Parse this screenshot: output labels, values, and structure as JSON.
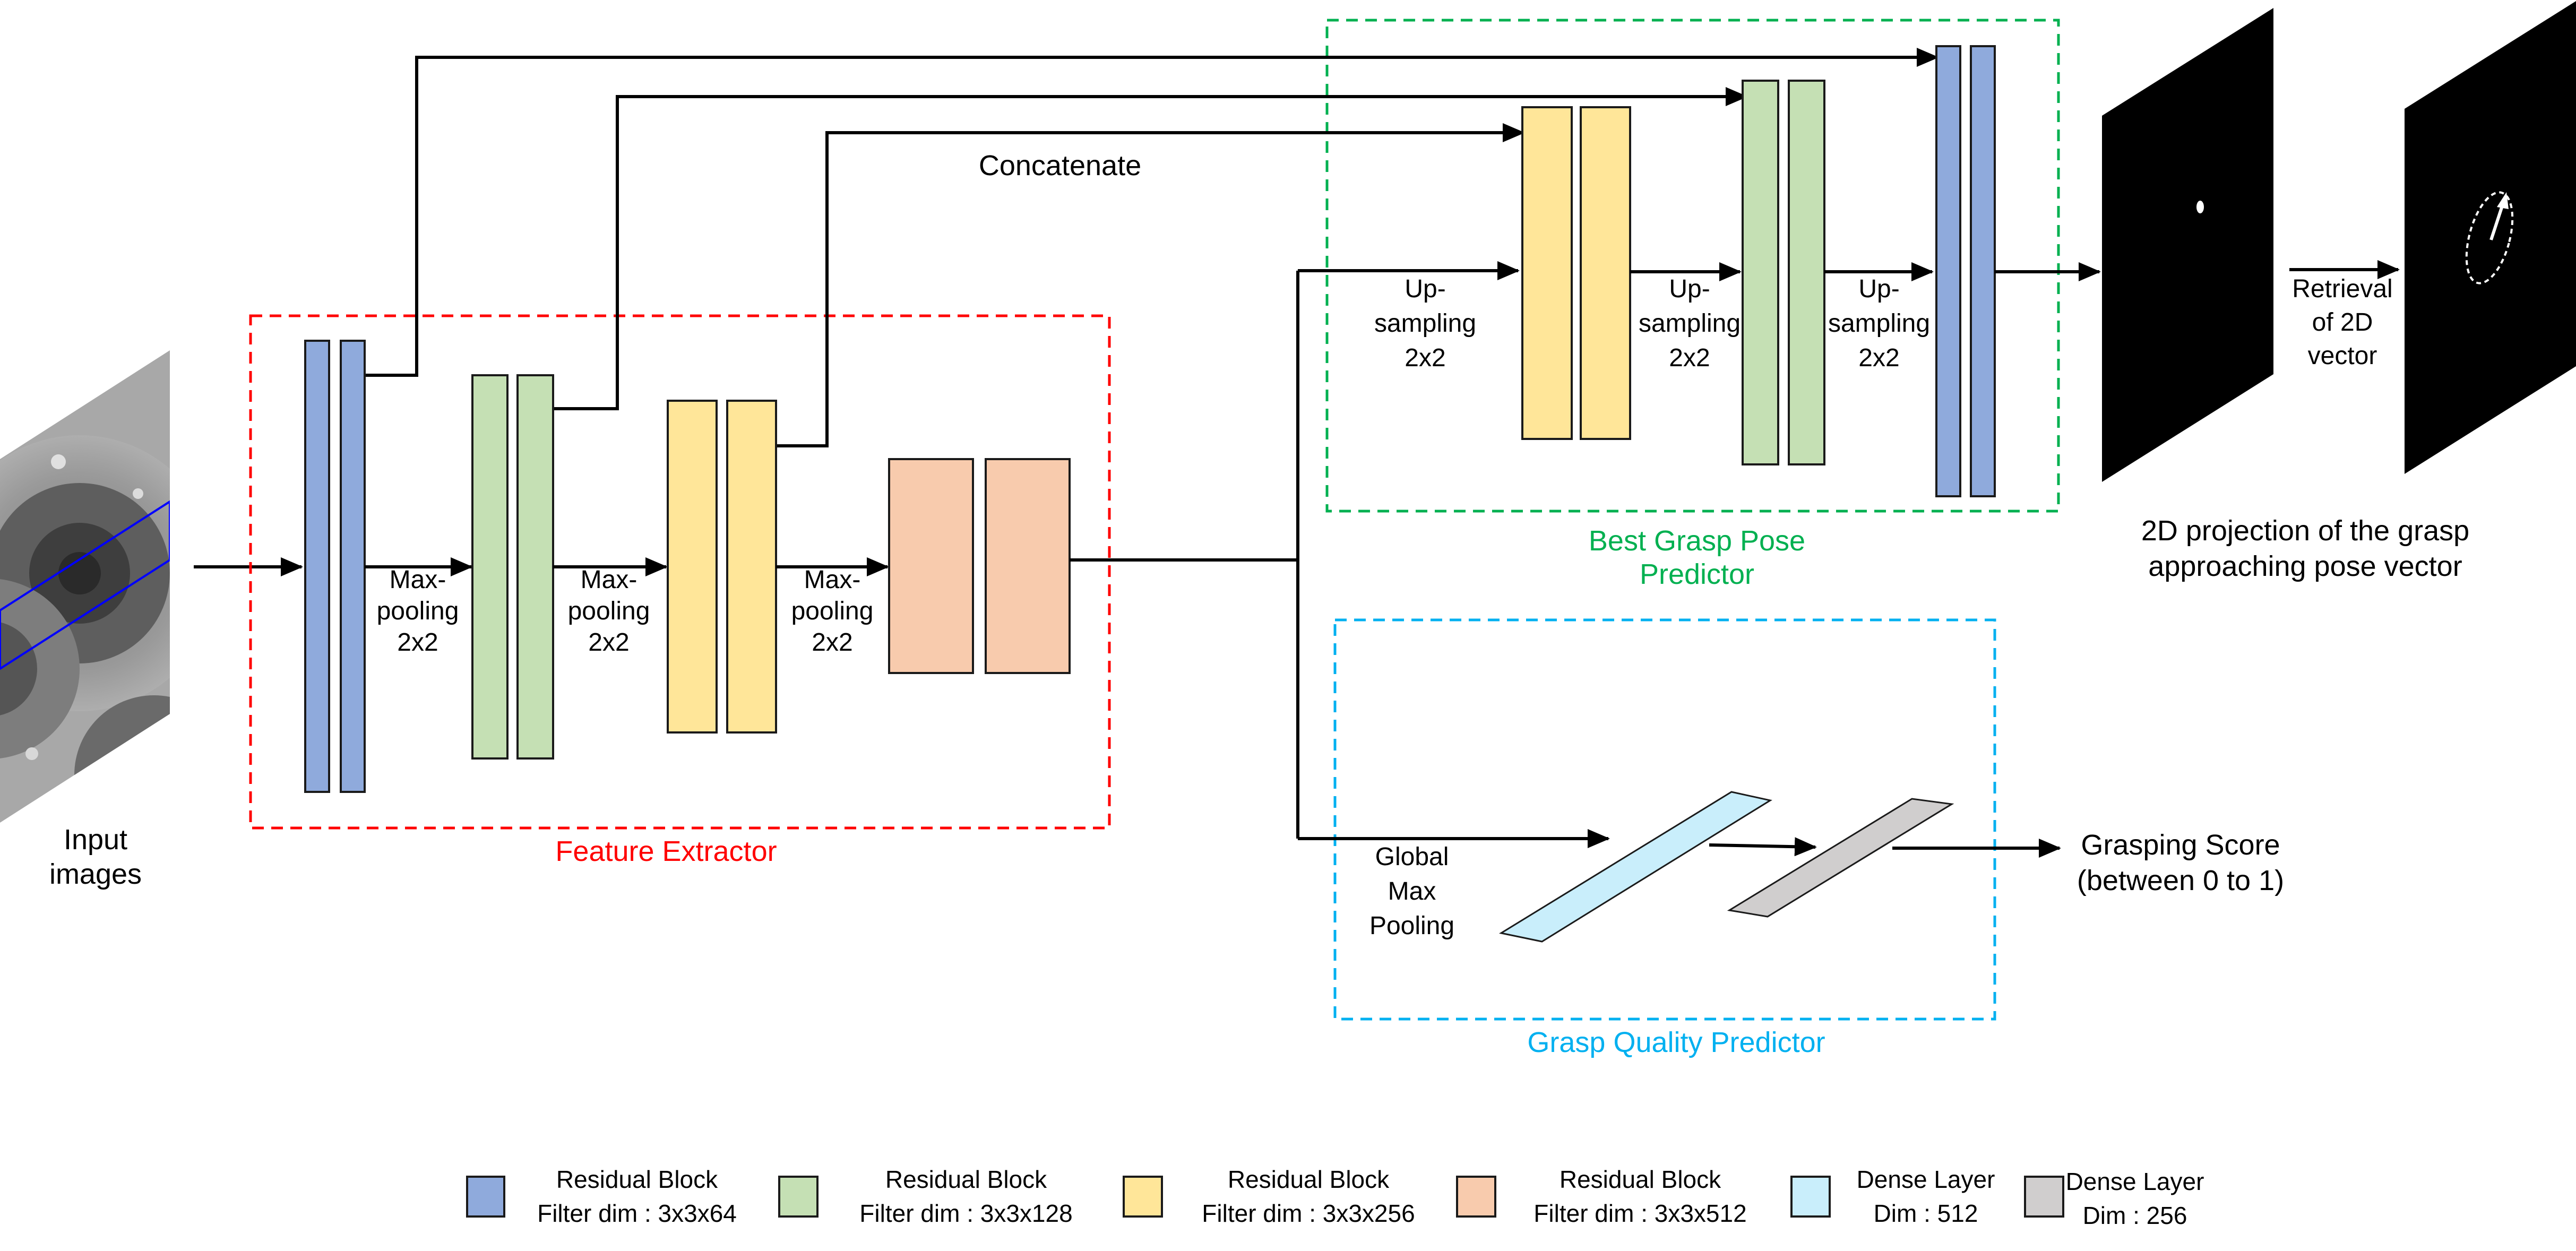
{
  "input": {
    "label_line1": "Input",
    "label_line2": "images"
  },
  "feature_extractor": {
    "title": "Feature Extractor",
    "color": "#ff0000",
    "pool1": [
      "Max-",
      "pooling",
      "2x2"
    ],
    "pool2": [
      "Max-",
      "pooling",
      "2x2"
    ],
    "pool3": [
      "Max-",
      "pooling",
      "2x2"
    ]
  },
  "concatenate_label": "Concatenate",
  "pose_predictor": {
    "title_line1": "Best Grasp Pose",
    "title_line2": "Predictor",
    "color": "#00b050",
    "up1": [
      "Up-",
      "sampling",
      "2x2"
    ],
    "up2": [
      "Up-",
      "sampling",
      "2x2"
    ],
    "up3": [
      "Up-",
      "sampling",
      "2x2"
    ]
  },
  "quality_predictor": {
    "title": "Grasp Quality Predictor",
    "color": "#00b0f0",
    "pool": [
      "Global",
      "Max",
      "Pooling"
    ]
  },
  "retrieval": [
    "Retrieval",
    "of 2D",
    "vector"
  ],
  "projection_caption": {
    "line1": "2D projection of the grasp",
    "line2": "approaching pose vector"
  },
  "score_output": {
    "line1": "Grasping Score",
    "line2": "(between 0 to 1)"
  },
  "legend": [
    {
      "line1": "Residual Block",
      "line2": "Filter dim : 3x3x64",
      "color": "#8faadc"
    },
    {
      "line1": "Residual Block",
      "line2": "Filter dim : 3x3x128",
      "color": "#c5e0b4"
    },
    {
      "line1": "Residual Block",
      "line2": "Filter dim : 3x3x256",
      "color": "#ffe699"
    },
    {
      "line1": "Residual Block",
      "line2": "Filter dim : 3x3x512",
      "color": "#f8cbad"
    },
    {
      "line1": "Dense Layer",
      "line2": "Dim : 512",
      "color": "#c9eefb"
    },
    {
      "line1": "Dense Layer",
      "line2": "Dim : 256",
      "color": "#d0cece"
    }
  ]
}
